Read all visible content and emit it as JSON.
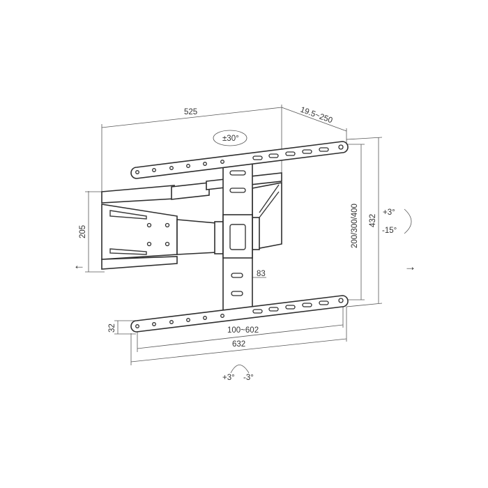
{
  "diagram": {
    "subject": "tv-wall-mount-dimensions",
    "dimensions": {
      "arm_extension": "525",
      "wall_distance": "19.5~250",
      "swivel": "±30°",
      "wall_plate_height": "205",
      "vesa_vertical": "200/300/400",
      "overall_height": "432",
      "tilt_up": "+3°",
      "tilt_down": "-15°",
      "plate_width": "83",
      "rail_height": "32",
      "vesa_horizontal": "100~602",
      "overall_width": "632",
      "level_plus": "+3°",
      "level_minus": "-3°"
    },
    "arrows": {
      "left": "←",
      "right": "→"
    }
  }
}
